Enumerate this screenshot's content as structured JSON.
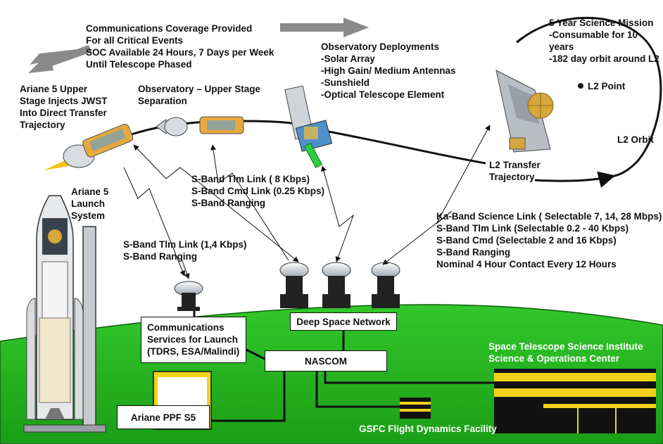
{
  "labels": {
    "comms_coverage": "Communications Coverage Provided\nFor all Critical Events\nSOC Available 24 Hours, 7 Days per Week\nUntil Telescope Phased",
    "ariane_upper": "Ariane 5 Upper\nStage Injects JWST\nInto Direct Transfer\nTrajectory",
    "separation": "Observatory – Upper Stage\nSeparation",
    "deployments": "Observatory Deployments\n-Solar Array\n-High Gain/ Medium Antennas\n-Sunshield\n-Optical Telescope Element",
    "science_mission": "5 Year Science Mission\n-Consumable for 10 years\n-182 day orbit around L2",
    "l2_point": "L2 Point",
    "l2_orbit": "L2 Orbit",
    "l2_transfer": "L2 Transfer\nTrajectory",
    "ariane_launch": "Ariane 5\nLaunch\nSystem",
    "sband_mid": "S-Band Tlm Link ( 8 Kbps)\nS-Band Cmd Link (0.25 Kbps)\nS-Band Ranging",
    "sband_low": "S-Band Tlm Link (1,4 Kbps)\nS-Band Ranging",
    "ka_band": "Ka-Band Science Link ( Selectable 7, 14, 28 Mbps)\nS-Band Tlm Link  (Selectable 0.2 - 40 Kbps)\nS-Band Cmd (Selectable 2  and 16 Kbps)\nS-Band Ranging\nNominal 4 Hour Contact Every 12 Hours"
  },
  "boxes": {
    "comm_services": "Communications\nServices for Launch\n(TDRS, ESA/Malindi)",
    "dsn": "Deep Space Network",
    "nascom": "NASCOM",
    "ariane_ppf": "Ariane PPF S5"
  },
  "ground_labels": {
    "stsci": "Space Telescope Science Institute\nScience & Operations Center",
    "gsfc": "GSFC Flight Dynamics Facility"
  },
  "colors": {
    "ground": "#22b01c",
    "ground_edge": "#0e5a0e",
    "arrow_gray": "#8a8a8a",
    "building_yellow": "#f2d21a",
    "flame": "#f3c212",
    "solar_green": "#2ecc40"
  }
}
